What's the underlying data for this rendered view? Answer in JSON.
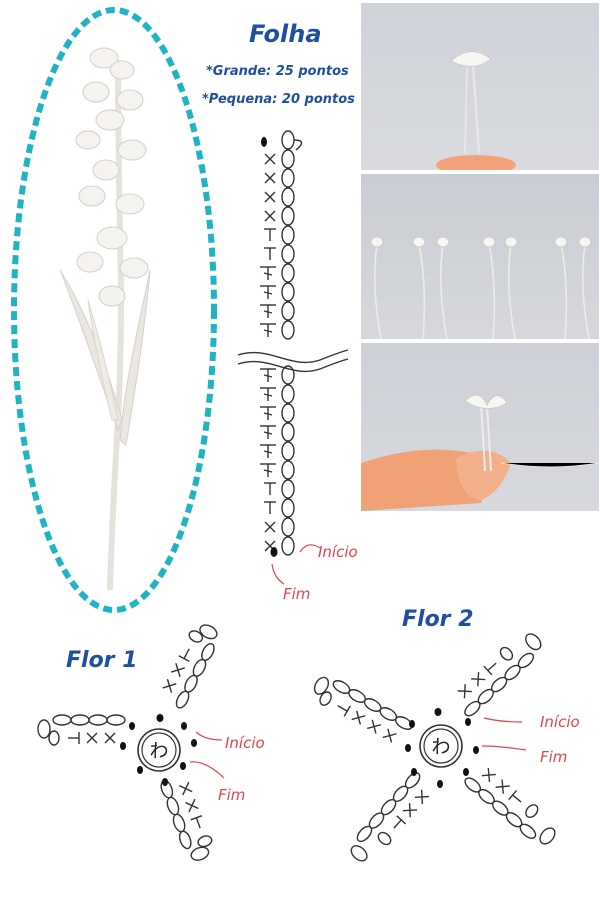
{
  "folha": {
    "title": "Folha",
    "note_big": "*Grande: 25 pontos",
    "note_small": "*Pequena: 20 pontos",
    "inicio": "Início",
    "fim": "Fim"
  },
  "flor1": {
    "title": "Flor 1",
    "center_symbol": "わ",
    "inicio": "Início",
    "fim": "Fim"
  },
  "flor2": {
    "title": "Flor 2",
    "center_symbol": "わ",
    "inicio": "Início",
    "fim": "Fim"
  },
  "colors": {
    "border": "#1fb3c4",
    "title": "#1f4fa0",
    "label": "#e0454e",
    "symbol": "#333333"
  }
}
